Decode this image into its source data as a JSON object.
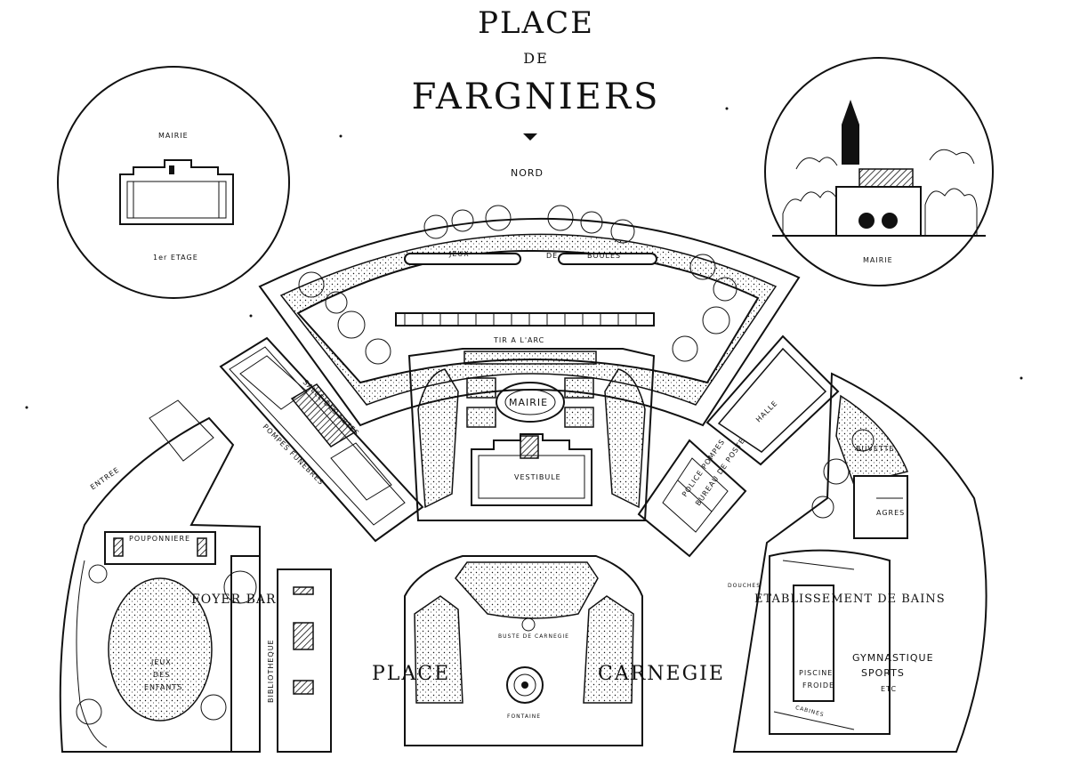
{
  "title": {
    "line1": "PLACE",
    "line2": "DE",
    "line3": "FARGNIERS"
  },
  "compass": {
    "label": "NORD",
    "icon": "north-arrow-icon"
  },
  "insets": {
    "left": {
      "title": "MAIRIE",
      "caption": "1er ETAGE"
    },
    "right": {
      "caption": "MAIRIE"
    }
  },
  "labels": {
    "jeux": "JEUX",
    "de": "DE",
    "boules": "BOULES",
    "tir_arc": "TIR A L'ARC",
    "mairie_plaza": "MAIRIE",
    "vestibule": "VESTIBULE",
    "halle": "HALLE",
    "buvette": "BUVETTE",
    "agres": "AGRES",
    "pouponniere": "POUPONNIERE",
    "foyer_bar": "FOYER BAR",
    "bibliotheque": "BIBLIOTHEQUE",
    "jeux_des_enfants": [
      "JEUX",
      "DES",
      "ENFANTS"
    ],
    "entree": "ENTREE",
    "place": "PLACE",
    "carnegie": "CARNEGIE",
    "buste": "BUSTE DE CARNEGIE",
    "fontaine": "FONTAINE",
    "etablissement_bains": "ETABLISSEMENT DE BAINS",
    "piscine": "PISCINE",
    "froide": "FROIDE",
    "gymnastique": "GYMNASTIQUE",
    "sports": "SPORTS",
    "etc": "ETC",
    "police": "POLICE POMPES",
    "bureau": "BUREAU DE POSTE",
    "pompes_funebres": "POMPES FUNEBRES",
    "salle": "SALLE DES FETES",
    "cabines": "CABINES",
    "douches": "DOUCHES"
  },
  "colors": {
    "ink": "#111111",
    "paper": "#ffffff"
  }
}
